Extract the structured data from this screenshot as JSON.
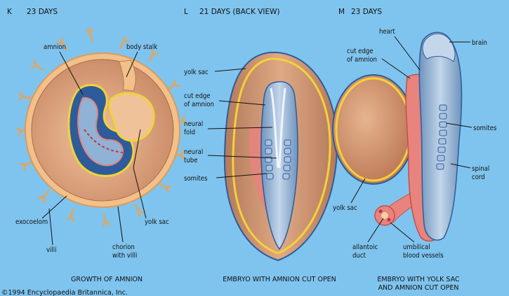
{
  "panels": {
    "k": {
      "letter": "K",
      "days": "23 DAYS",
      "labels": {
        "amnion": "amnion",
        "body_stalk": "body stalk",
        "exocoelom": "exocoelom",
        "villi": "villi",
        "chorion_line1": "chorion",
        "chorion_line2": "with villi",
        "yolk_sac": "yolk sac"
      },
      "caption": "GROWTH OF AMNION"
    },
    "l": {
      "letter": "L",
      "days": "21 DAYS (BACK VIEW)",
      "labels": {
        "yolk_sac": "yolk sac",
        "cut_edge_line1": "cut edge",
        "cut_edge_line2": "of amnion",
        "neural_fold_line1": "neural",
        "neural_fold_line2": "fold",
        "neural_tube_line1": "neural",
        "neural_tube_line2": "tube",
        "somites": "somites"
      },
      "caption": "EMBRYO WITH AMNION CUT OPEN"
    },
    "m": {
      "letter": "M",
      "days": "23 DAYS",
      "labels": {
        "heart": "heart",
        "cut_edge_line1": "cut edge",
        "cut_edge_line2": "of amnion",
        "brain": "brain",
        "somites": "somites",
        "spinal_line1": "spinal",
        "spinal_line2": "cord",
        "yolk_sac": "yolk sac",
        "allantoic_line1": "allantoic",
        "allantoic_line2": "duct",
        "umbilical_line1": "umbilical",
        "umbilical_line2": "blood vessels"
      },
      "caption_line1": "EMBRYO WITH YOLK SAC",
      "caption_line2": "AND AMNION CUT OPEN"
    }
  },
  "copyright": "©1994 Encyclopaedia Britannica, Inc.",
  "colors": {
    "background": "#7fc4ee",
    "tissue": "#c98a66",
    "tissue_light": "#e6b48f",
    "membrane_yellow": "#f2d23a",
    "pink": "#e8837d",
    "embryo_blue": "#8fb2d6",
    "villi": "#f3d29c"
  }
}
